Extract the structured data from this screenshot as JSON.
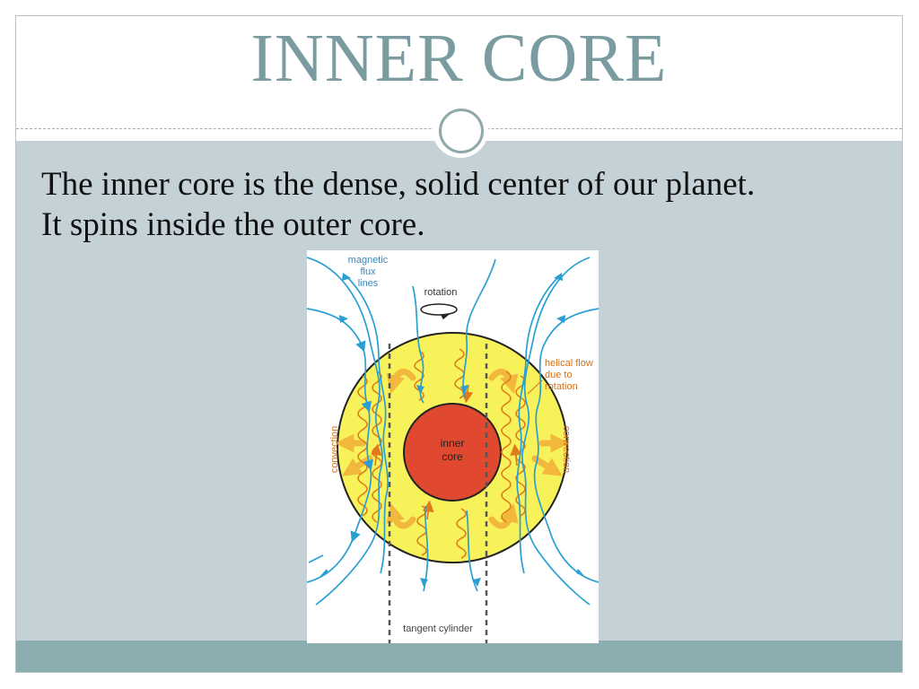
{
  "slide": {
    "title": "INNER CORE",
    "body_lines": [
      "The inner core is the dense, solid center of our planet.",
      "It spins inside the outer core."
    ]
  },
  "diagram": {
    "labels": {
      "magnetic_flux_lines": [
        "magnetic",
        "flux",
        "lines"
      ],
      "rotation": "rotation",
      "helical_flow": [
        "helical flow",
        "due to",
        "rotation"
      ],
      "inner_core": [
        "inner",
        "core"
      ],
      "convection_left": "convection",
      "convection_right": "convection",
      "tangent_cylinder": "tangent cylinder"
    },
    "colors": {
      "outer_core": "#f8f25a",
      "inner_core": "#e0492f",
      "flux_line": "#2b9fd2",
      "helical_flow": "#e07a1a",
      "convection_arrow": "#f2b23a",
      "label_blue": "#3a86b8",
      "label_orange": "#d4701d"
    }
  }
}
